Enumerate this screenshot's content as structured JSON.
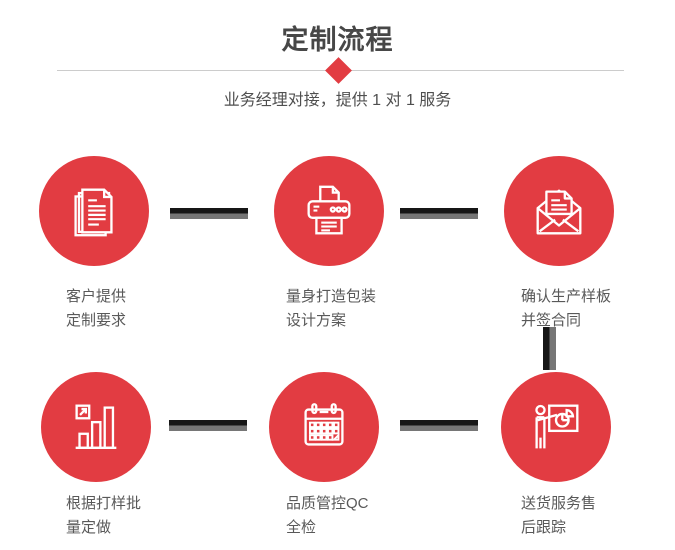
{
  "title": "定制流程",
  "subtitle": "业务经理对接，提供 1 对 1 服务",
  "colors": {
    "accent_red": "#E23C42",
    "connector_dark": "#161616",
    "connector_gray": "#767676",
    "divider": "#cccccc",
    "title_text": "#474747",
    "subtitle_text": "#4f4f4f",
    "label_text": "#595959"
  },
  "steps": [
    {
      "icon": "documents-icon",
      "label_line1": "客户提供",
      "label_line2": "定制要求"
    },
    {
      "icon": "printer-icon",
      "label_line1": "量身打造包装",
      "label_line2": "设计方案"
    },
    {
      "icon": "envelope-icon",
      "label_line1": "确认生产样板",
      "label_line2": "并签合同"
    },
    {
      "icon": "bar-chart-icon",
      "label_line1": "根据打样批",
      "label_line2": "量定做"
    },
    {
      "icon": "calendar-icon",
      "label_line1": "品质管控QC",
      "label_line2": "全检"
    },
    {
      "icon": "presentation-icon",
      "label_line1": "送货服务售",
      "label_line2": "后跟踪"
    }
  ]
}
